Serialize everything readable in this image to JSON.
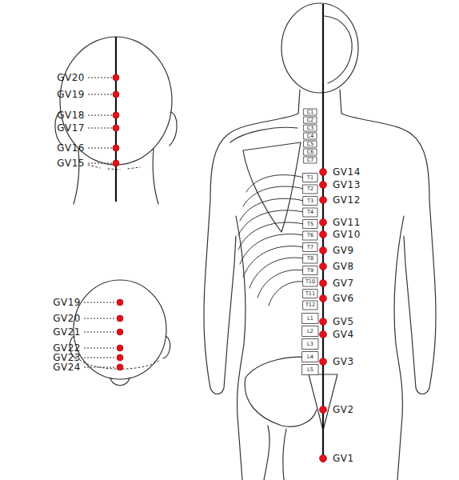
{
  "diagram": {
    "labels": [
      "GV20",
      "GV19",
      "GV18",
      "GV17",
      "GV16",
      "GV15",
      "GV19",
      "GV20",
      "GV21",
      "GV22",
      "GV23",
      "GV24",
      "GV14",
      "GV13",
      "GV12",
      "GV11",
      "GV10",
      "GV9",
      "GV8",
      "GV7",
      "GV6",
      "GV5",
      "GV4",
      "GV3",
      "GV2",
      "GV1",
      "C1",
      "C2",
      "C3",
      "C4",
      "C5",
      "C6",
      "C7",
      "T1",
      "T2",
      "T3",
      "T4",
      "T5",
      "T6",
      "T7",
      "T8",
      "T9",
      "T10",
      "T11",
      "T12",
      "L1",
      "L2",
      "L3",
      "L4",
      "L5"
    ]
  }
}
